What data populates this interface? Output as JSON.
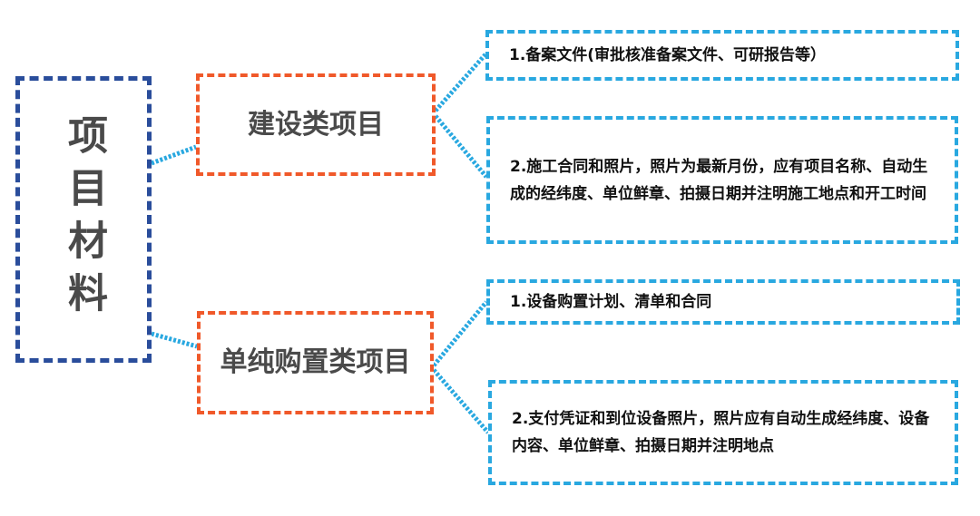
{
  "root": {
    "label": "项目材料"
  },
  "categories": [
    {
      "label": "建设类项目",
      "items": [
        "1.备案文件(审批核准备案文件、可研报告等）",
        "2.施工合同和照片，照片为最新月份，应有项目名称、自动生成的经纬度、单位鲜章、拍摄日期并注明施工地点和开工时间"
      ]
    },
    {
      "label": "单纯购置类项目",
      "items": [
        "1.设备购置计划、清单和合同",
        "2.支付凭证和到位设备照片，照片应有自动生成经纬度、设备内容、单位鲜章、拍摄日期并注明地点"
      ]
    }
  ],
  "colors": {
    "root_border": "#2a4d9b",
    "category_border": "#f0592a",
    "item_border": "#29a8e0",
    "connector": "#29a8e0",
    "heading_text": "#4a4a4a",
    "item_text": "#111111"
  }
}
